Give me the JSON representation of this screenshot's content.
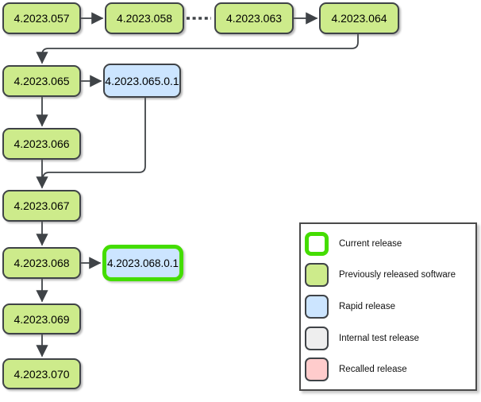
{
  "diagram": {
    "nodes": [
      {
        "id": "v057",
        "label": "4.2023.057",
        "type": "released"
      },
      {
        "id": "v058",
        "label": "4.2023.058",
        "type": "released"
      },
      {
        "id": "v063",
        "label": "4.2023.063",
        "type": "released"
      },
      {
        "id": "v064",
        "label": "4.2023.064",
        "type": "released"
      },
      {
        "id": "v065",
        "label": "4.2023.065",
        "type": "released"
      },
      {
        "id": "v06501",
        "label": "4.2023.065.0.1",
        "type": "rapid"
      },
      {
        "id": "v066",
        "label": "4.2023.066",
        "type": "released"
      },
      {
        "id": "v067",
        "label": "4.2023.067",
        "type": "released"
      },
      {
        "id": "v068",
        "label": "4.2023.068",
        "type": "released"
      },
      {
        "id": "v06801",
        "label": "4.2023.068.0.1",
        "type": "rapid current"
      },
      {
        "id": "v069",
        "label": "4.2023.069",
        "type": "released"
      },
      {
        "id": "v070",
        "label": "4.2023.070",
        "type": "released"
      }
    ],
    "edges": [
      {
        "from": "v057",
        "to": "v058",
        "style": "arrow"
      },
      {
        "from": "v058",
        "to": "v063",
        "style": "dotted-no-arrow"
      },
      {
        "from": "v063",
        "to": "v064",
        "style": "arrow"
      },
      {
        "from": "v064",
        "to": "v065",
        "style": "elbow-arrow"
      },
      {
        "from": "v065",
        "to": "v06501",
        "style": "arrow"
      },
      {
        "from": "v065",
        "to": "v066",
        "style": "arrow"
      },
      {
        "from": "v06501",
        "to": "v067",
        "style": "elbow-merge"
      },
      {
        "from": "v066",
        "to": "v067",
        "style": "arrow"
      },
      {
        "from": "v067",
        "to": "v068",
        "style": "arrow"
      },
      {
        "from": "v068",
        "to": "v06801",
        "style": "arrow"
      },
      {
        "from": "v068",
        "to": "v069",
        "style": "arrow"
      },
      {
        "from": "v069",
        "to": "v070",
        "style": "arrow"
      }
    ],
    "legend": {
      "items": [
        {
          "label": "Current release",
          "type": "current"
        },
        {
          "label": "Previously released software",
          "type": "released"
        },
        {
          "label": "Rapid release",
          "type": "rapid"
        },
        {
          "label": "Internal test release",
          "type": "internal"
        },
        {
          "label": "Recalled release",
          "type": "recalled"
        }
      ]
    }
  },
  "colors": {
    "green": "#cdeb8b",
    "blue": "#cce5ff",
    "gray": "#eeeeee",
    "pink": "#ffcccc",
    "current": "#44dd00",
    "stroke": "#3f4347",
    "text": "#000000"
  }
}
